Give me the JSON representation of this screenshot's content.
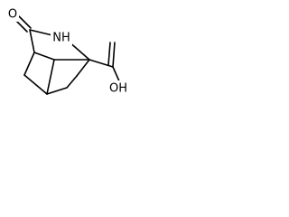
{
  "molecule": {
    "atoms": {
      "carbonyl_oxygen": "O",
      "amide_nitrogen": "NH",
      "acid_hydroxyl": "OH",
      "acid_oxygen": ""
    },
    "colors": {
      "bond": "#000000",
      "label": "#000000",
      "background": "#ffffff"
    }
  }
}
